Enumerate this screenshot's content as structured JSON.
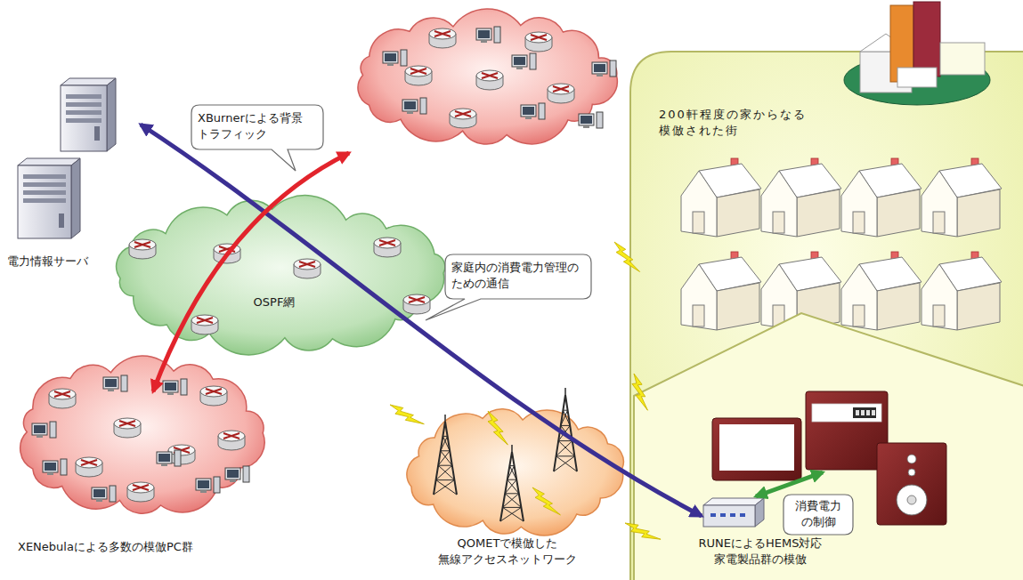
{
  "diagram": {
    "nodes": [
      {
        "text": [
          "XBurnerによる背景 トラフィック"
        ]
      },
      {
        "text": [
          "電力情報サーバ"
        ]
      },
      {
        "text": [
          "OSPF網"
        ]
      },
      {
        "text": [
          "家庭内の消費電力管理の ための通信"
        ]
      },
      {
        "text": [
          "XENebulaによる多数の模倣PC群"
        ]
      },
      {
        "text": [
          "QOMETで模倣した 無線アクセスネットワーク"
        ]
      },
      {
        "text": [
          "200軒程度の家からなる 模倣された街"
        ]
      },
      {
        "text": [
          "RUNEによるHEMS対応 家電製品群の模倣"
        ],
        "in": 6
      },
      {
        "text": [
          "消費電力 の制御"
        ],
        "in": 7
      }
    ],
    "edges": [
      {
        "from": 1,
        "to": 7,
        "arrow": "both"
      }
    ]
  }
}
